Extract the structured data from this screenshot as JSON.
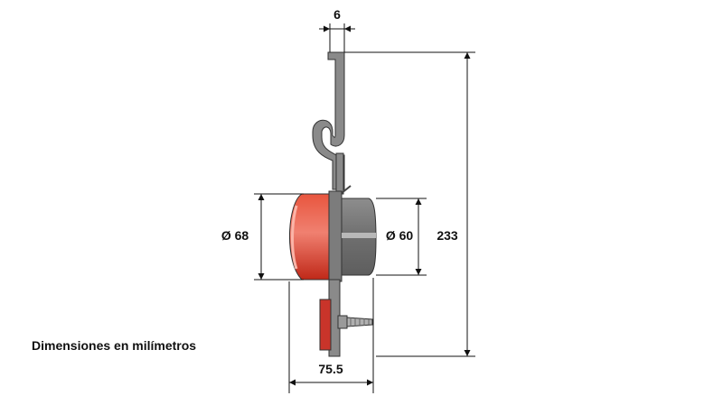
{
  "dimensions": {
    "thickness": "6",
    "total_height": "233",
    "lens_diameter": "Ø 68",
    "housing_diameter": "Ø 60",
    "depth": "75.5"
  },
  "caption": "Dimensiones en milímetros",
  "colors": {
    "bracket": "#8a8a8a",
    "lens": "#d23a2a",
    "housing": "#7a7a7a",
    "reflector": "#c9342a",
    "dim_line": "#111111"
  }
}
